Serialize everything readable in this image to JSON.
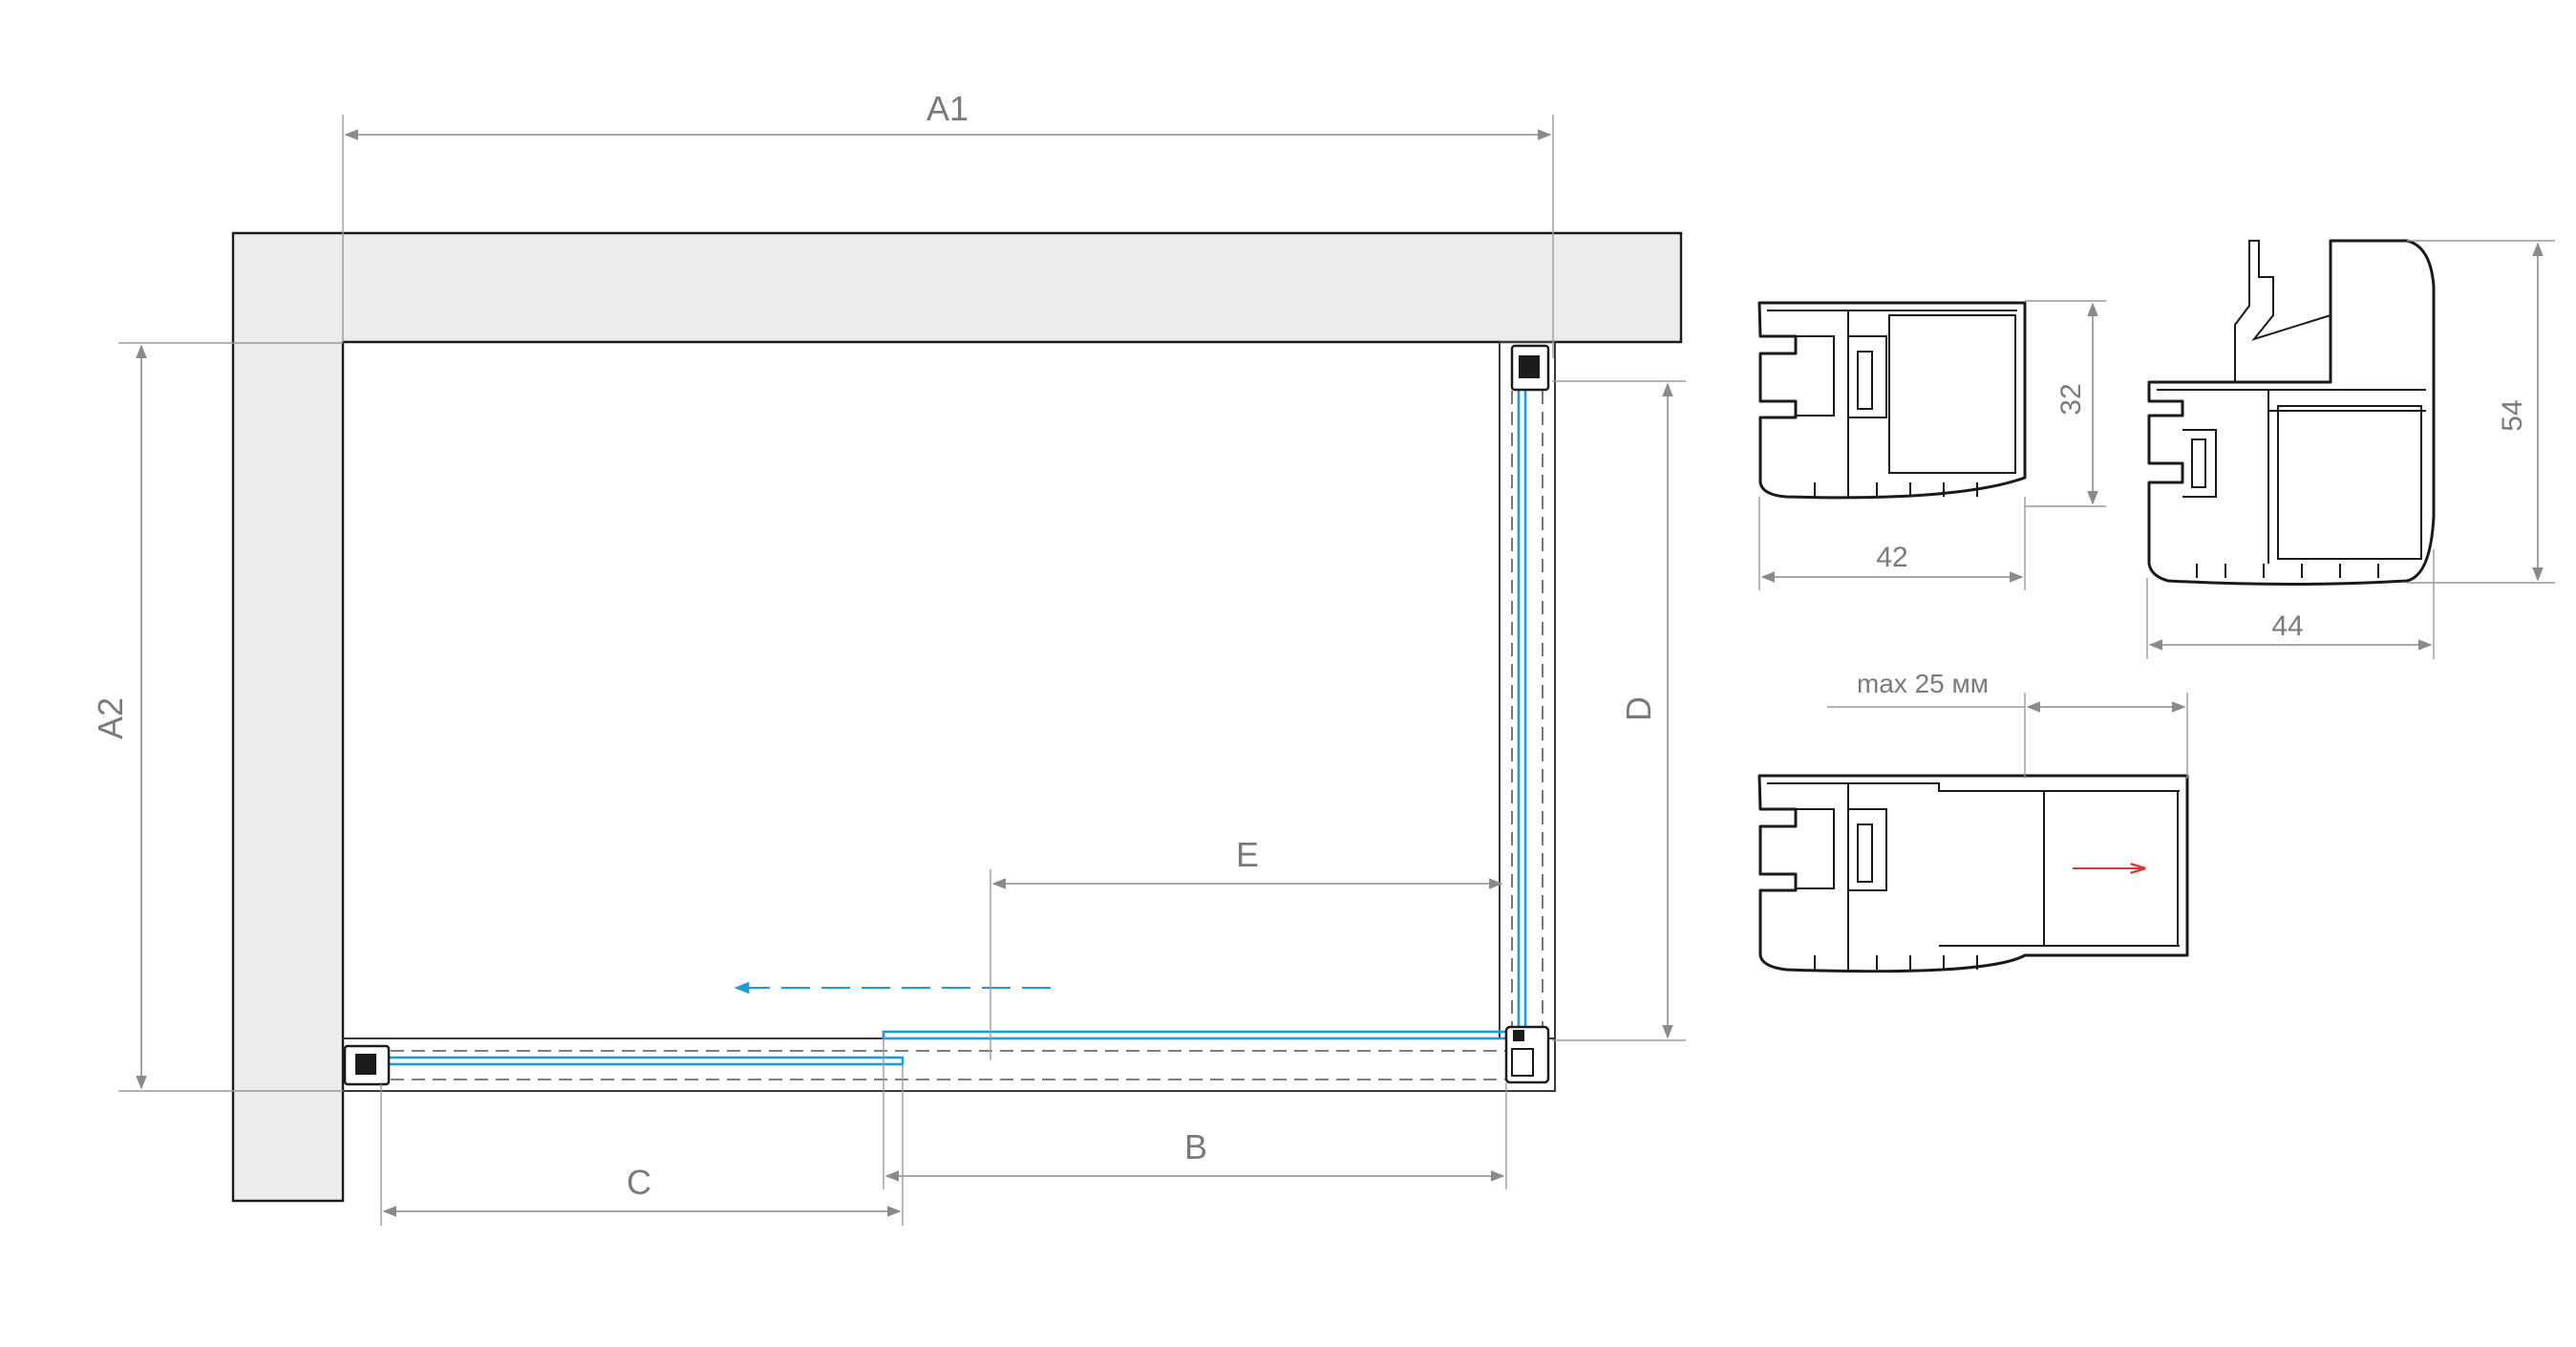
{
  "labels": {
    "a1": "A1",
    "a2": "A2",
    "b": "B",
    "c": "C",
    "d": "D",
    "e": "E"
  },
  "profile_small": {
    "height": "32",
    "width": "42"
  },
  "profile_large": {
    "height": "54",
    "width": "44"
  },
  "profile_adjust": {
    "range": "max 25 мм"
  },
  "colors": {
    "glass": "#1e9bd7",
    "wall": "#ececec",
    "arrow_slide": "#1e9bd7",
    "arrow_adjust": "#e0353b"
  }
}
